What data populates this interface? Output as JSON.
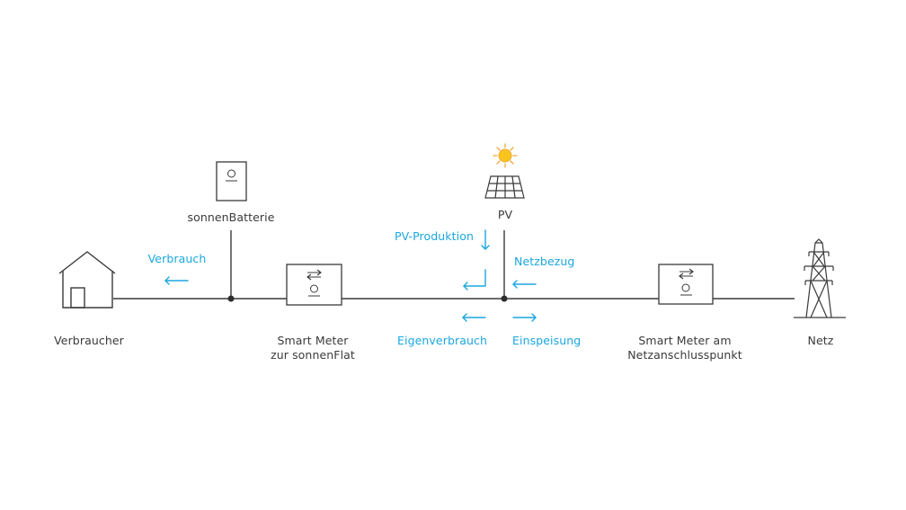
{
  "nodes": {
    "verbraucher": "Verbraucher",
    "sonnenbatterie": "sonnenBatterie",
    "pv": "PV",
    "meter_flat_line1": "Smart Meter",
    "meter_flat_line2": "zur sonnenFlat",
    "meter_netz_line1": "Smart Meter am",
    "meter_netz_line2": "Netzanschlusspunkt",
    "netz": "Netz"
  },
  "flows": {
    "verbrauch": "Verbrauch",
    "pv_produktion": "PV-Produktion",
    "netzbezug": "Netzbezug",
    "eigenverbrauch": "Eigenverbrauch",
    "einspeisung": "Einspeisung"
  },
  "device_brand": "sonnen",
  "colors": {
    "line": "#3a3a3a",
    "flow": "#1aa7de",
    "sun": "#f7c51e",
    "sun_rays": "#f0a83a"
  }
}
